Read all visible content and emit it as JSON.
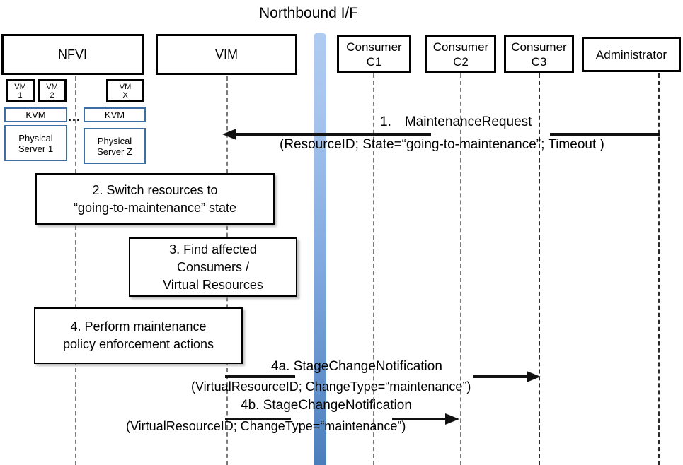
{
  "diagram": {
    "title": "Northbound I/F",
    "type": "sequence-diagram",
    "accent_blue": "#4A7EBB",
    "accent_blue_light": "#AFCBF0",
    "box_border": "#3E6FA4"
  },
  "actors": [
    {
      "id": "nfvi",
      "label": "NFVI"
    },
    {
      "id": "vim",
      "label": "VIM"
    },
    {
      "id": "consumer_c1",
      "label": "Consumer\nC1"
    },
    {
      "id": "consumer_c2",
      "label": "Consumer\nC2"
    },
    {
      "id": "consumer_c3",
      "label": "Consumer\nC3"
    },
    {
      "id": "administrator",
      "label": "Administrator"
    }
  ],
  "nfvi_internals": {
    "vms": [
      {
        "id": "vm1",
        "label": "VM\n1"
      },
      {
        "id": "vm2",
        "label": "VM\n2"
      },
      {
        "id": "vmx",
        "label": "VM\nX"
      }
    ],
    "hypervisors": [
      {
        "id": "kvm1",
        "label": "KVM"
      },
      {
        "id": "kvm2",
        "label": "KVM"
      }
    ],
    "servers": [
      {
        "id": "server1",
        "label": "Physical\nServer 1"
      },
      {
        "id": "serverz",
        "label": "Physical\nServer Z"
      }
    ],
    "ellipsis": "..."
  },
  "steps": [
    {
      "id": "step2",
      "label": "2. Switch resources to\n“going-to-maintenance” state"
    },
    {
      "id": "step3",
      "label": "3. Find affected\nConsumers /\nVirtual Resources"
    },
    {
      "id": "step4",
      "label": "4. Perform maintenance\npolicy enforcement actions"
    }
  ],
  "messages": [
    {
      "id": "msg1",
      "number": "1.",
      "name": "MaintenanceRequest",
      "title": "1. MaintenanceRequest",
      "params": "(ResourceID; State=“going-to-maintenance”; Timeout )",
      "from": "administrator",
      "to": "vim",
      "direction": "left"
    },
    {
      "id": "msg4a",
      "number": "4a.",
      "name": "StageChangeNotification",
      "title": "4a. StageChangeNotification",
      "params": "(VirtualResourceID; ChangeType=“maintenance”)",
      "from": "vim",
      "to": "consumer_c3",
      "direction": "right"
    },
    {
      "id": "msg4b",
      "number": "4b.",
      "name": "StageChangeNotification",
      "title": "4b. StageChangeNotification",
      "params": "(VirtualResourceID; ChangeType=“maintenance”)",
      "from": "vim",
      "to": "consumer_c2",
      "direction": "right"
    }
  ]
}
